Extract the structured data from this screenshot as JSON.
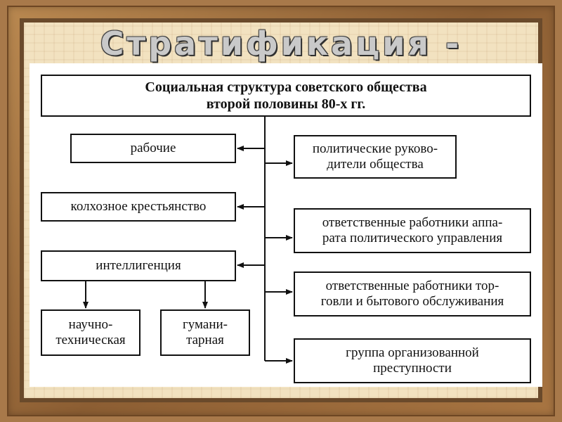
{
  "slide": {
    "title": "Стратификация -"
  },
  "diagram": {
    "header": {
      "line1": "Социальная структура советского общества",
      "line2": "второй половины 80-х гг."
    },
    "left": {
      "workers": "рабочие",
      "peasants": "колхозное крестьянство",
      "intelligentsia": "интеллигенция",
      "scientific_line1": "научно-",
      "scientific_line2": "техническая",
      "humanitarian_line1": "гумани-",
      "humanitarian_line2": "тарная"
    },
    "right": {
      "leaders_line1": "политические руково-",
      "leaders_line2": "дители общества",
      "apparatus_line1": "ответственные работники аппа-",
      "apparatus_line2": "рата политического управления",
      "trade_line1": "ответственные работники тор-",
      "trade_line2": "говли и бытового обслуживания",
      "crime_line1": "группа организованной",
      "crime_line2": "преступности"
    }
  }
}
